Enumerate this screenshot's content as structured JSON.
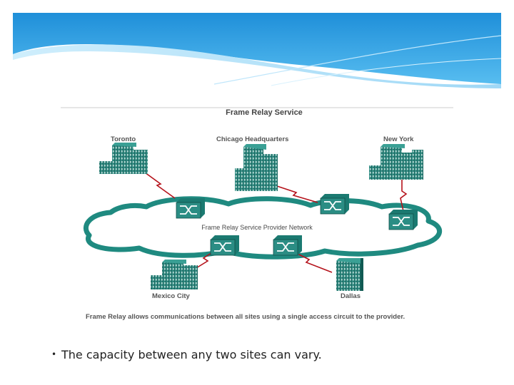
{
  "diagram": {
    "title": "Frame Relay Service",
    "sites": {
      "toronto": "Toronto",
      "chicago": "Chicago Headquarters",
      "new_york": "New York",
      "mexico_city": "Mexico City",
      "dallas": "Dallas"
    },
    "network_label": "Frame Relay Service Provider Network",
    "caption": "Frame Relay allows communications between all sites using a single access circuit to the provider.",
    "icons": [
      "building-icon",
      "frame-relay-switch-icon",
      "serial-link-icon",
      "cloud-icon"
    ],
    "colors": {
      "teal": "#1c7d74",
      "link_red": "#b5121b",
      "banner_blue": "#2a9fe0"
    }
  },
  "bullets": [
    "The capacity between any two sites can vary."
  ]
}
